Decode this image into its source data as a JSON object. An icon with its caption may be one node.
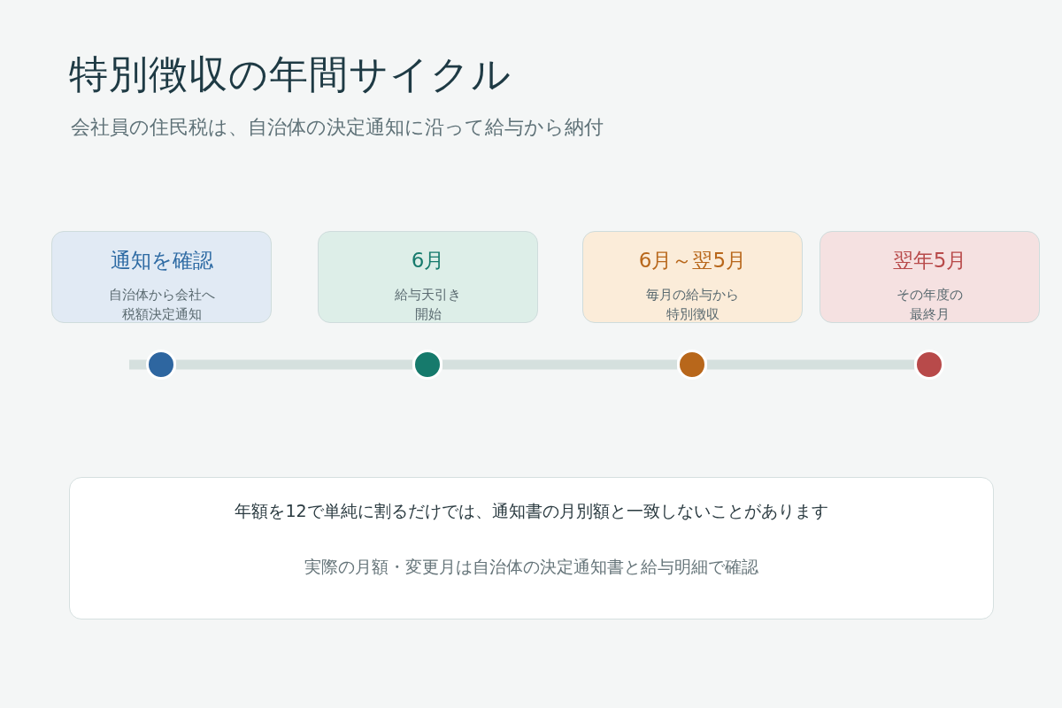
{
  "diagram": {
    "title": "特別徴収の年間サイクル",
    "nodes": [
      {
        "text": [
          "通知を確認",
          "自治体から会社へ税額決定通知"
        ]
      },
      {
        "text": [
          "6月",
          "給与天引き開始"
        ]
      },
      {
        "text": [
          "6月～翌5月",
          "毎月の給与から特別徴収"
        ]
      },
      {
        "text": [
          "翌年5月",
          "その年度の最終月"
        ]
      },
      {
        "text": [],
        "shape": "circle"
      },
      {
        "text": [],
        "shape": "circle"
      },
      {
        "text": [],
        "shape": "circle"
      },
      {
        "text": [],
        "shape": "circle"
      },
      {
        "text": [
          "年額を12で単純に割るだけでは、通知書の月別額と一致しないことがあります",
          "実際の月額・変更月は自治体の決定通知書と給与明細で確認"
        ]
      }
    ],
    "edges": [
      {
        "from": 4,
        "to": 5,
        "arrow": "none"
      },
      {
        "from": 5,
        "to": 6,
        "arrow": "none"
      },
      {
        "from": 6,
        "to": 7,
        "arrow": "none"
      }
    ],
    "labels": [
      "会社員の住民税は、自治体の決定通知に沿って給与から納付"
    ]
  }
}
